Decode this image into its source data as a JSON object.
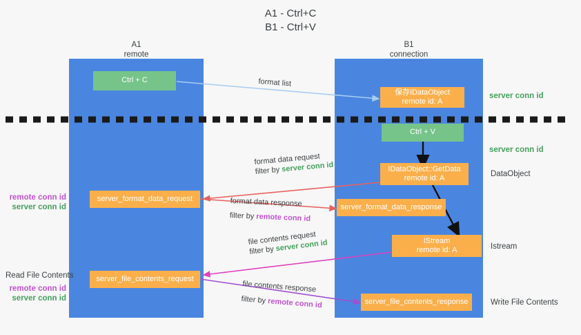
{
  "title": {
    "line1": "A1 - Ctrl+C",
    "line2": "B1 - Ctrl+V"
  },
  "lanes": [
    {
      "id": "A1",
      "name": "A1",
      "sub": "remote"
    },
    {
      "id": "B1",
      "name": "B1",
      "sub": "connection"
    }
  ],
  "nodes": {
    "ctrl_c": {
      "l1": "Ctrl + C",
      "l2": ""
    },
    "save_idataobject": {
      "l1": "保存IDataObject",
      "l2": "remote id: A"
    },
    "ctrl_v": {
      "l1": "Ctrl + V",
      "l2": ""
    },
    "getdata": {
      "l1": "IDataObject::GetData",
      "l2": "remote id: A"
    },
    "fmt_req": {
      "l1": "server_format_data_request",
      "l2": ""
    },
    "fmt_resp": {
      "l1": "server_format_data_response",
      "l2": ""
    },
    "istream": {
      "l1": "IStream",
      "l2": "remote id: A"
    },
    "file_req": {
      "l1": "server_file_contents_request",
      "l2": ""
    },
    "file_resp": {
      "l1": "server_file_contents_response",
      "l2": ""
    }
  },
  "edge_captions": {
    "format_list": {
      "main": "format list",
      "filter_prefix": "",
      "filter_value": ""
    },
    "fmt_data_request": {
      "main": "format data request",
      "filter_prefix": "filter by ",
      "filter_value": "server conn id"
    },
    "fmt_data_response": {
      "main": "format data response",
      "filter_prefix": "filter by ",
      "filter_value": "remote conn id"
    },
    "file_contents_request": {
      "main": "file contents request",
      "filter_prefix": "filter by ",
      "filter_value": "server conn id"
    },
    "file_contents_response": {
      "main": "file contents response",
      "filter_prefix": "filter by ",
      "filter_value": "remote conn id"
    }
  },
  "right_labels": {
    "server_conn_id_top": "server conn id",
    "server_conn_id_mid": "server conn id",
    "dataobject": "DataObject",
    "istream": "Istream",
    "write_file_contents": "Write File Contents"
  },
  "left_labels": {
    "mid_remote": "remote conn id",
    "mid_server": "server conn id",
    "read_file_contents": "Read File Contents",
    "low_remote": "remote conn id",
    "low_server": "server conn id"
  },
  "colors": {
    "lane": "#4a86e0",
    "green_node": "#76c48a",
    "orange_node": "#fbaf4b",
    "green_text": "#46a05e",
    "purple_text": "#c152cf",
    "arrow_blue": "#a8cdf0",
    "arrow_red": "#e8625f",
    "arrow_magenta": "#e040c0",
    "arrow_purple": "#a24fd0",
    "arrow_black": "#111111",
    "background": "#f7f7f7"
  }
}
